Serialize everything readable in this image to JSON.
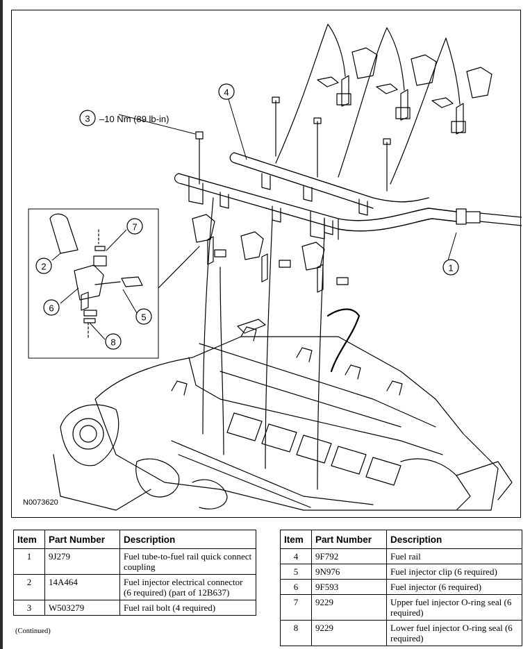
{
  "figure": {
    "figure_id": "N0073620",
    "torque_note": "–10 Nm (89 lb-in)",
    "callouts": [
      "1",
      "2",
      "3",
      "4",
      "5",
      "6",
      "7",
      "8"
    ]
  },
  "table_left": {
    "headers": [
      "Item",
      "Part Number",
      "Description"
    ],
    "rows": [
      {
        "item": "1",
        "part": "9J279",
        "desc": "Fuel tube-to-fuel rail quick connect coupling"
      },
      {
        "item": "2",
        "part": "14A464",
        "desc": "Fuel injector electrical connector (6 required) (part of 12B637)"
      },
      {
        "item": "3",
        "part": "W503279",
        "desc": "Fuel rail bolt (4 required)"
      }
    ],
    "continued": "(Continued)"
  },
  "table_right": {
    "headers": [
      "Item",
      "Part Number",
      "Description"
    ],
    "rows": [
      {
        "item": "4",
        "part": "9F792",
        "desc": "Fuel rail"
      },
      {
        "item": "5",
        "part": "9N976",
        "desc": "Fuel injector clip (6 required)"
      },
      {
        "item": "6",
        "part": "9F593",
        "desc": "Fuel injector (6 required)"
      },
      {
        "item": "7",
        "part": "9229",
        "desc": "Upper fuel injector O-ring seal (6 required)"
      },
      {
        "item": "8",
        "part": "9229",
        "desc": "Lower fuel injector O-ring seal (6 required)"
      }
    ]
  }
}
